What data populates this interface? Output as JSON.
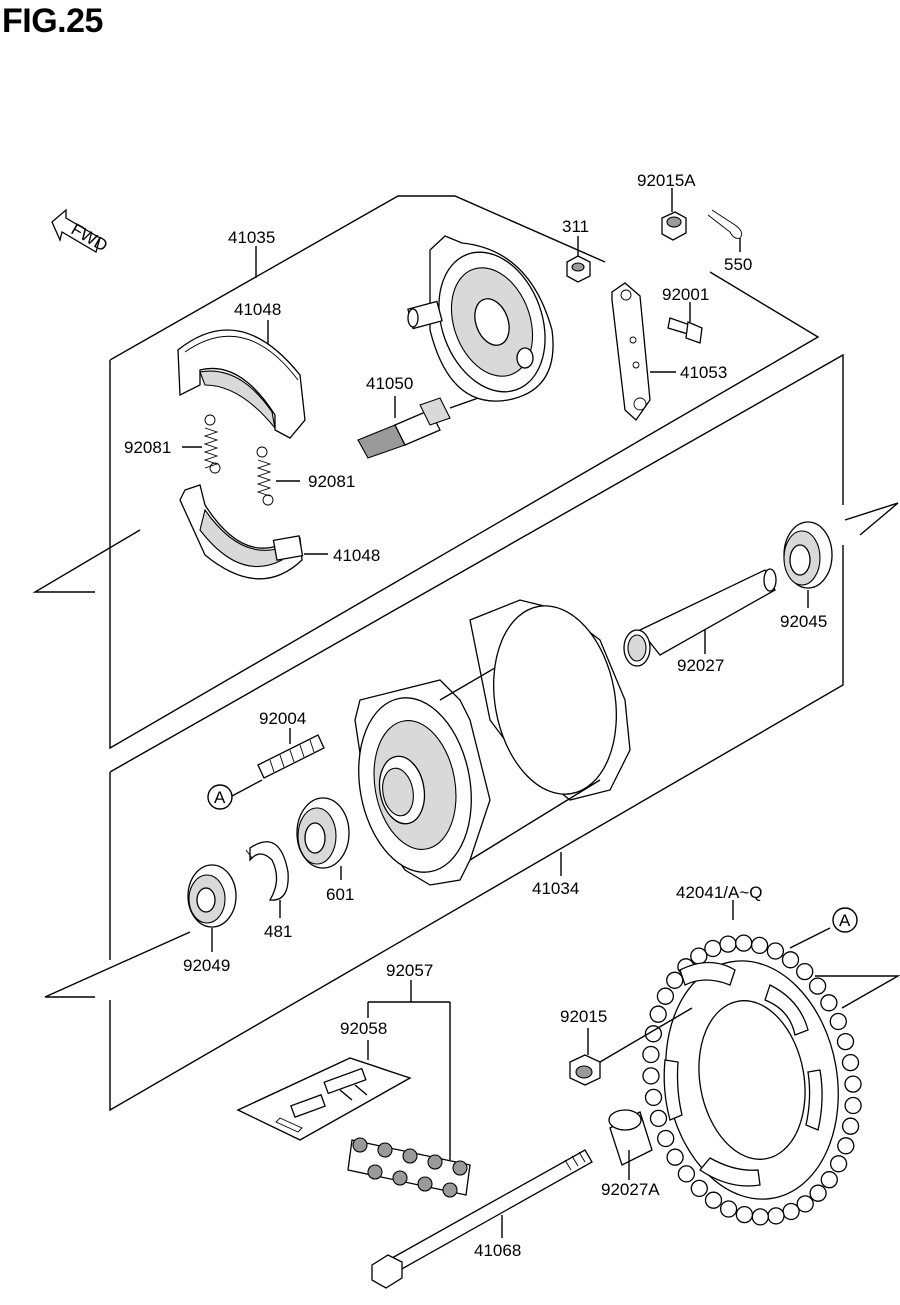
{
  "figure": {
    "title": "FIG.25",
    "fwd_label": "FWD"
  },
  "callouts": {
    "c41035": "41035",
    "c41048a": "41048",
    "c41050": "41050",
    "c92081a": "92081",
    "c92081b": "92081",
    "c41048b": "41048",
    "c92015A": "92015A",
    "c550": "550",
    "c311": "311",
    "c92001": "92001",
    "c41053": "41053",
    "c92045": "92045",
    "c92027": "92027",
    "c92004": "92004",
    "cA1": "A",
    "c601": "601",
    "c481": "481",
    "c41034": "41034",
    "c92049": "92049",
    "c42041": "42041/A~Q",
    "cA2": "A",
    "c92057": "92057",
    "c92058": "92058",
    "c92015": "92015",
    "c92027A": "92027A",
    "c41068": "41068"
  }
}
